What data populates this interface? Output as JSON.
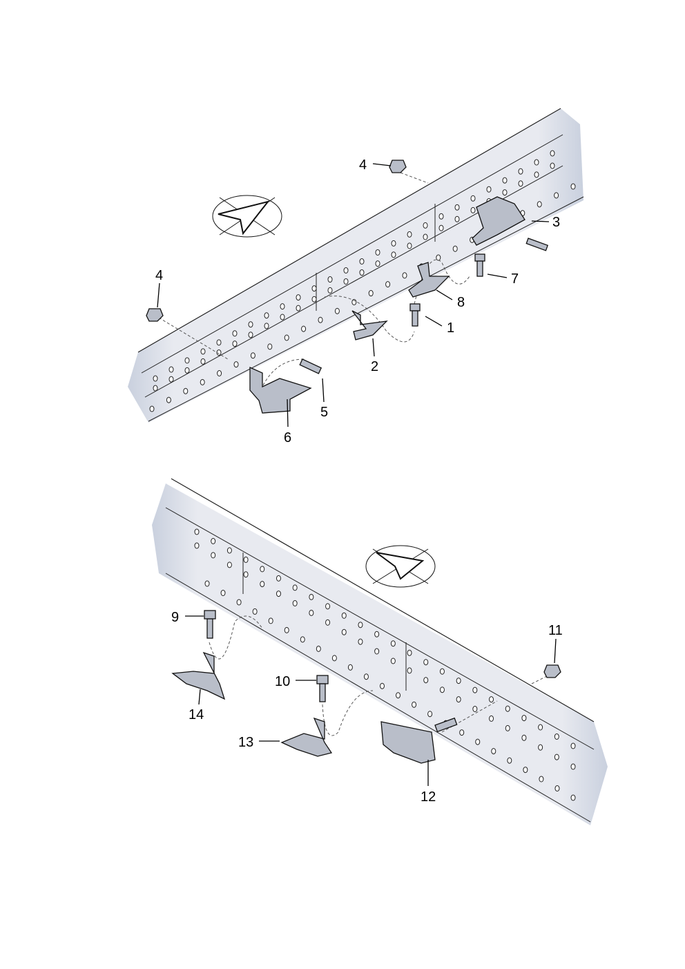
{
  "diagram": {
    "upper_view": {
      "callouts": [
        {
          "id": "c4a",
          "label": "4",
          "part": "nut"
        },
        {
          "id": "c4b",
          "label": "4",
          "part": "nut"
        },
        {
          "id": "c3",
          "label": "3",
          "part": "bracket"
        },
        {
          "id": "c7",
          "label": "7",
          "part": "bolt"
        },
        {
          "id": "c8",
          "label": "8",
          "part": "clip"
        },
        {
          "id": "c1",
          "label": "1",
          "part": "bolt"
        },
        {
          "id": "c2",
          "label": "2",
          "part": "clip"
        },
        {
          "id": "c5",
          "label": "5",
          "part": "bolt"
        },
        {
          "id": "c6",
          "label": "6",
          "part": "bracket"
        }
      ]
    },
    "lower_view": {
      "callouts": [
        {
          "id": "c9",
          "label": "9",
          "part": "bolt"
        },
        {
          "id": "c10",
          "label": "10",
          "part": "bolt"
        },
        {
          "id": "c11",
          "label": "11",
          "part": "nut"
        },
        {
          "id": "c14",
          "label": "14",
          "part": "clip"
        },
        {
          "id": "c13",
          "label": "13",
          "part": "clip"
        },
        {
          "id": "c12",
          "label": "12",
          "part": "bracket"
        }
      ]
    },
    "icons": [
      "direction-arrow-icon",
      "direction-arrow-icon"
    ]
  }
}
